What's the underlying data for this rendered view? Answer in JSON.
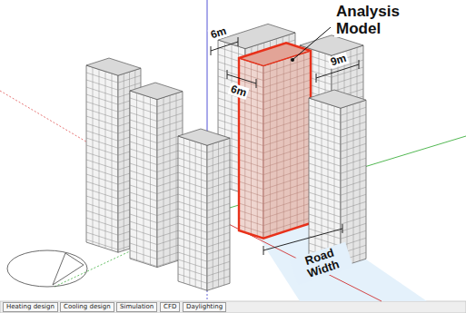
{
  "diagram": {
    "nodes": [
      {
        "text": [
          "Heating design"
        ]
      },
      {
        "text": [
          "Cooling design"
        ]
      },
      {
        "text": [
          "Simulation"
        ]
      },
      {
        "text": [
          "CFD"
        ]
      },
      {
        "text": [
          "Daylighting"
        ]
      }
    ],
    "labels": [
      "Analysis Model",
      "6m",
      "6m",
      "9m",
      "Road Width"
    ]
  }
}
